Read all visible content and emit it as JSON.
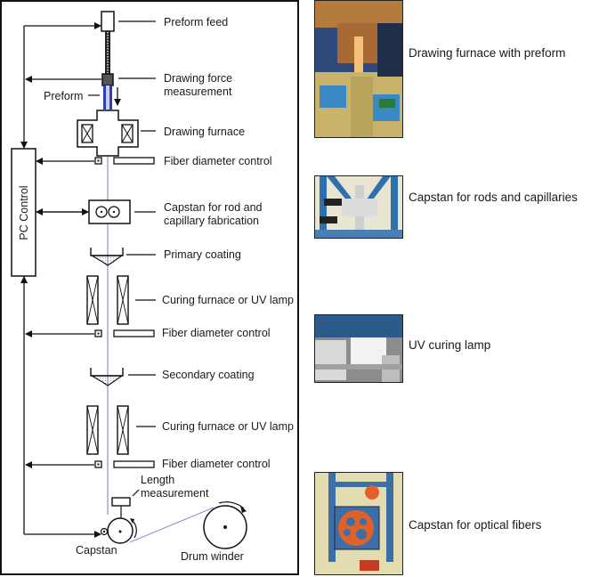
{
  "diagram": {
    "controller_label": "PC Control",
    "fiber_color": "#8a93d8",
    "preform_color": "#2b3fb0",
    "labels": {
      "preform_feed": "Preform feed",
      "drawing_force_1": "Drawing force",
      "drawing_force_2": "measurement",
      "preform": "Preform",
      "drawing_furnace": "Drawing furnace",
      "fiber_diameter_1": "Fiber diameter control",
      "capstan_rod_1": "Capstan for rod and",
      "capstan_rod_2": "capillary fabrication",
      "primary_coating": "Primary coating",
      "curing_1": "Curing furnace or UV lamp",
      "fiber_diameter_2": "Fiber diameter control",
      "secondary_coating": "Secondary coating",
      "curing_2": "Curing furnace or UV lamp",
      "fiber_diameter_3": "Fiber diameter control",
      "length_1": "Length",
      "length_2": "measurement",
      "capstan": "Capstan",
      "drum_winder": "Drum winder"
    }
  },
  "photos": [
    {
      "caption": "Drawing furnace with preform",
      "palette": [
        "#b57a3e",
        "#2e4a7a",
        "#c9b36a",
        "#3a88c4"
      ]
    },
    {
      "caption": "Capstan for rods and capillaries",
      "palette": [
        "#e8e6d0",
        "#2f6fb0",
        "#cfcfcf",
        "#222222"
      ]
    },
    {
      "caption": "UV curing lamp",
      "palette": [
        "#2c5a8a",
        "#d9d9d9",
        "#8c8c8c",
        "#f2f2f2"
      ]
    },
    {
      "caption": "Capstan for optical fibers",
      "palette": [
        "#3c6fa8",
        "#e0622a",
        "#e3dcb0",
        "#c83a22"
      ]
    }
  ]
}
